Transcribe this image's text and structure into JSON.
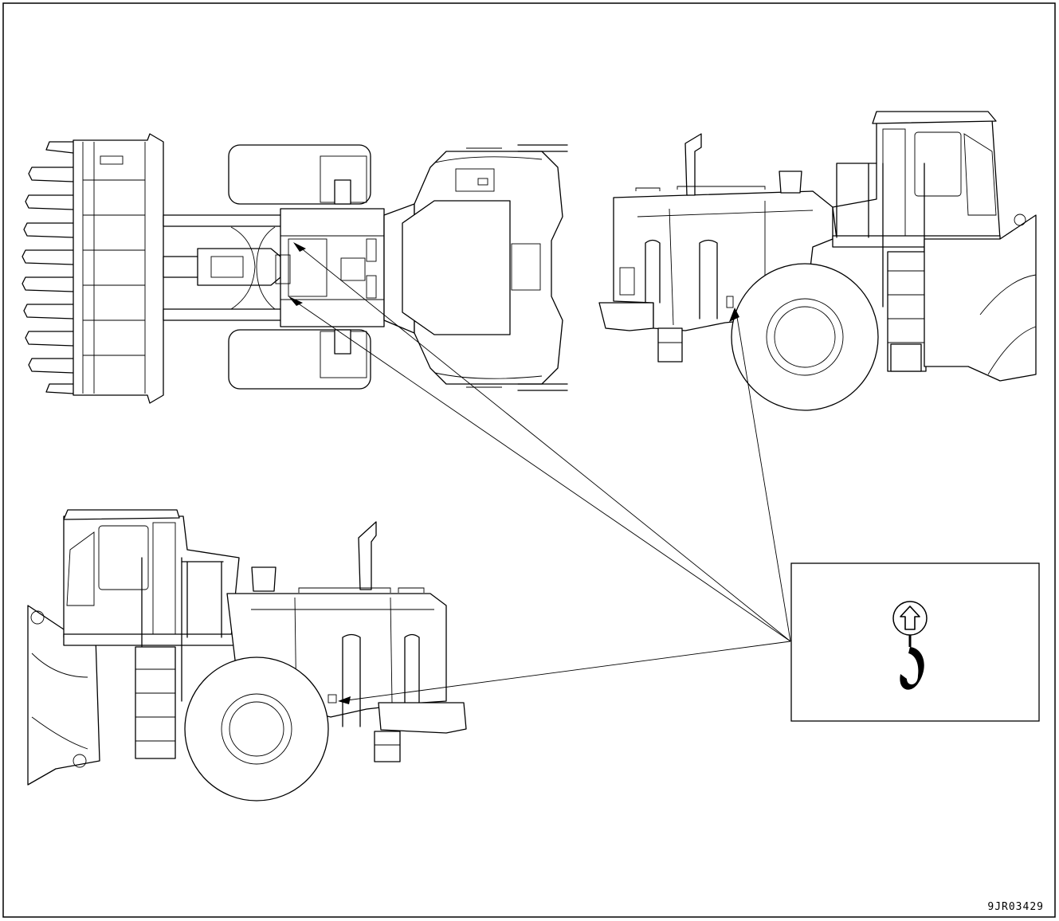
{
  "figure": {
    "id_label": "9JR03429"
  },
  "views": {
    "top_view": "wheel-loader-top-view",
    "right_side_view": "wheel-loader-right-side-view",
    "left_side_view": "wheel-loader-left-side-view"
  },
  "callout": {
    "icon": "lifting-hook-with-up-arrow-icon"
  },
  "colors": {
    "line": "#000000",
    "background": "#ffffff"
  }
}
